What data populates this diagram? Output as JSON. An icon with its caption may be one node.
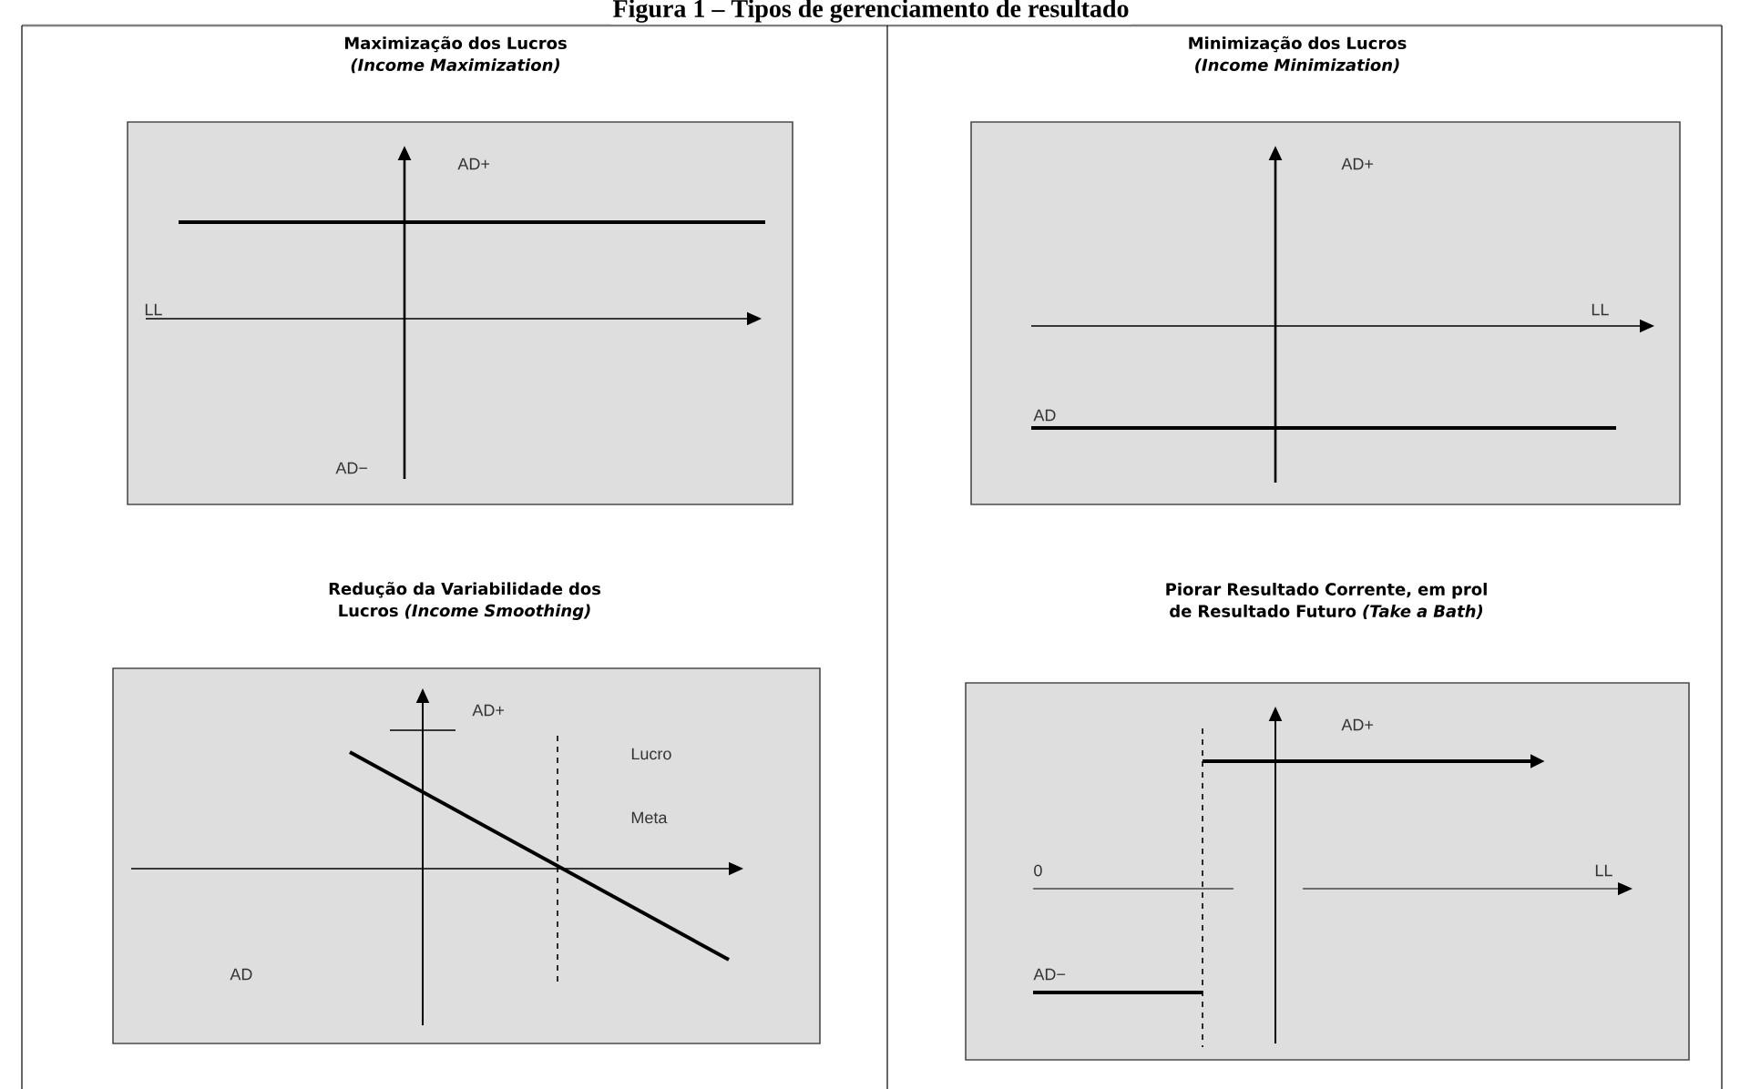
{
  "diagram": {
    "title": "Figura 1 – Tipos de gerenciamento de resultado",
    "nodes": [
      {
        "text": [
          "Maximização dos Lucros *(Income Maximization)*"
        ]
      },
      {
        "text": [
          "Minimização dos Lucros *(Income Minimization)*"
        ]
      },
      {
        "text": [
          "Redução da Variabilidade dos Lucros *(Income Smoothing)*"
        ]
      },
      {
        "text": [
          "Piorar Resultado Corrente, em prol de Resultado Futuro *(Take a Bath)*"
        ]
      }
    ],
    "labels": [
      "AD+",
      "LL",
      "AD−",
      "AD+",
      "LL",
      "AD",
      "AD+",
      "Lucro",
      "Meta",
      "AD",
      "AD+",
      "0",
      "LL",
      "AD−"
    ]
  }
}
